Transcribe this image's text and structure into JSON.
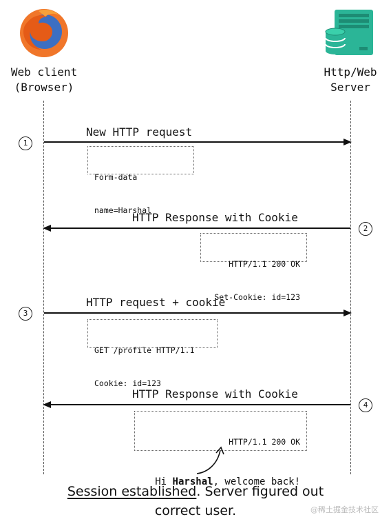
{
  "actors": {
    "client": {
      "label": "Web client\n(Browser)",
      "icon": "firefox-icon"
    },
    "server": {
      "label": "Http/Web\nServer",
      "icon": "server-icon"
    }
  },
  "steps": [
    {
      "number": "1",
      "label": "New HTTP request",
      "direction": "client-to-server",
      "note": {
        "line1": "Form-data",
        "line2": "name=Harshal"
      }
    },
    {
      "number": "2",
      "label": "HTTP Response with Cookie",
      "direction": "server-to-client",
      "note": {
        "line1": "HTTP/1.1 200 OK",
        "line2": "Set-Cookie: id=123"
      }
    },
    {
      "number": "3",
      "label": "HTTP request + cookie",
      "direction": "client-to-server",
      "note": {
        "line1": "GET /profile HTTP/1.1",
        "line2": "Cookie: id=123"
      }
    },
    {
      "number": "4",
      "label": "HTTP Response with Cookie",
      "direction": "server-to-client",
      "note": {
        "line1": "HTTP/1.1 200 OK",
        "greeting_prefix": "Hi ",
        "greeting_name": "Harshal",
        "greeting_suffix": ", welcome back!"
      }
    }
  ],
  "caption": {
    "underlined": "Session established",
    "rest_line1": ". Server figured out",
    "line2": "correct user."
  },
  "watermark": "@稀土掘金技术社区",
  "colors": {
    "firefox_orange": "#f0762a",
    "firefox_blue": "#3d6fc2",
    "server_green": "#2bb597"
  }
}
